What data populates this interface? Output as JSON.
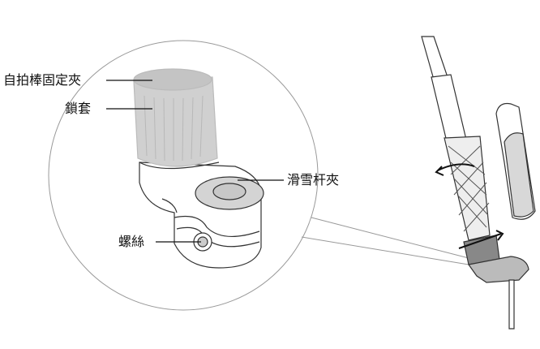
{
  "labels": {
    "selfie_stick_clamp": "自拍棒固定夾",
    "lock_sleeve": "鎖套",
    "ski_pole_clamp": "滑雪杆夾",
    "screw": "螺絲"
  },
  "colors": {
    "line": "#333333",
    "part_fill": "#d4d4d4",
    "body_fill": "#ffffff",
    "circle": "#999999"
  }
}
